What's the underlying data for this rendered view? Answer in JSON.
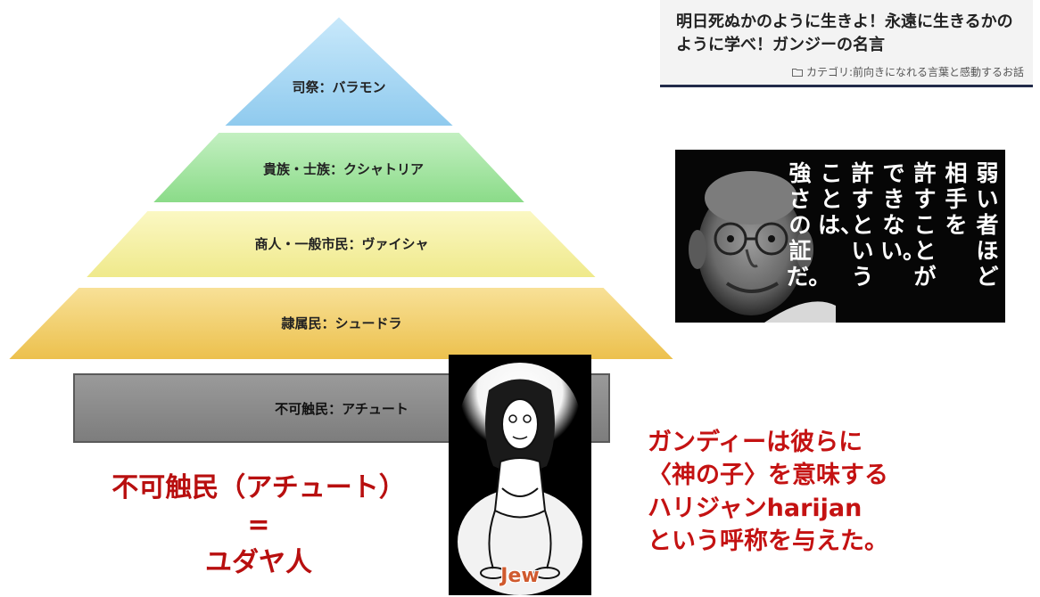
{
  "pyramid": {
    "tiers": [
      {
        "label": "司祭：バラモン",
        "color": "#a9d8f2"
      },
      {
        "label": "貴族・士族：クシャトリア",
        "color": "#9ee39c"
      },
      {
        "label": "商人・一般市民：ヴァイシャ",
        "color": "#f5f19a"
      },
      {
        "label": "隷属民：シュードラ",
        "color": "#f2cf62"
      }
    ],
    "bottom": {
      "label": "不可触民：アチュート",
      "color": "#8a8a8a"
    }
  },
  "article": {
    "title": "明日死ぬかのように生きよ！永遠に生きるかのように学べ！ガンジーの名言",
    "category": "カテゴリ:前向きになれる言葉と感動するお話"
  },
  "quote": {
    "columns": [
      "弱い者ほど",
      "相手を",
      "許すことが",
      "できない。",
      "許すという",
      "ことは、",
      "強さの証だ。"
    ]
  },
  "cartoon": {
    "label": "Jew"
  },
  "claim": {
    "line1": "不可触民（アチュート）",
    "line2": "=",
    "line3": "ユダヤ人"
  },
  "caption": {
    "lines": [
      "ガンディーは彼らに",
      "〈神の子〉を意味する",
      "ハリジャンharijan",
      "という呼称を与えた。"
    ]
  },
  "colors": {
    "accent_red": "#c41212",
    "title_border": "#222b4a"
  }
}
